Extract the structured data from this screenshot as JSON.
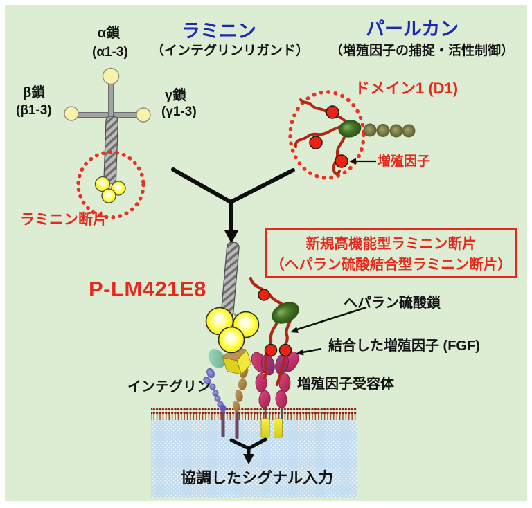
{
  "colors": {
    "background": "#dcedd3",
    "accent_red": "#e5291b",
    "accent_blue": "#1a2ab5",
    "chain_red": "#b02815",
    "membrane_blue": "#c2dcef",
    "lipid_red": "#a63018"
  },
  "laminin": {
    "title": "ラミニン",
    "subtitle": "（インテグリンリガンド）",
    "alpha": "α鎖",
    "alpha_range": "(α1-3)",
    "beta": "β鎖",
    "beta_range": "(β1-3)",
    "gamma": "γ鎖",
    "gamma_range": "(γ1-3)",
    "fragment": "ラミニン断片"
  },
  "perlecan": {
    "title": "パールカン",
    "subtitle": "（増殖因子の捕捉・活性制御）",
    "domain1": "ドメイン1 (D1)",
    "growth_factor": "増殖因子"
  },
  "product": {
    "box_line1": "新規高機能型ラミニン断片",
    "box_line2": "（ヘパラン硫酸結合型ラミニン断片）",
    "name": "P-LM421E8",
    "heparan_sulfate_chain": "ヘパラン硫酸鎖",
    "bound_growth_factor": "結合した増殖因子 (FGF)",
    "integrin": "インテグリン",
    "growth_factor_receptor": "増殖因子受容体",
    "signal": "協調したシグナル入力"
  }
}
